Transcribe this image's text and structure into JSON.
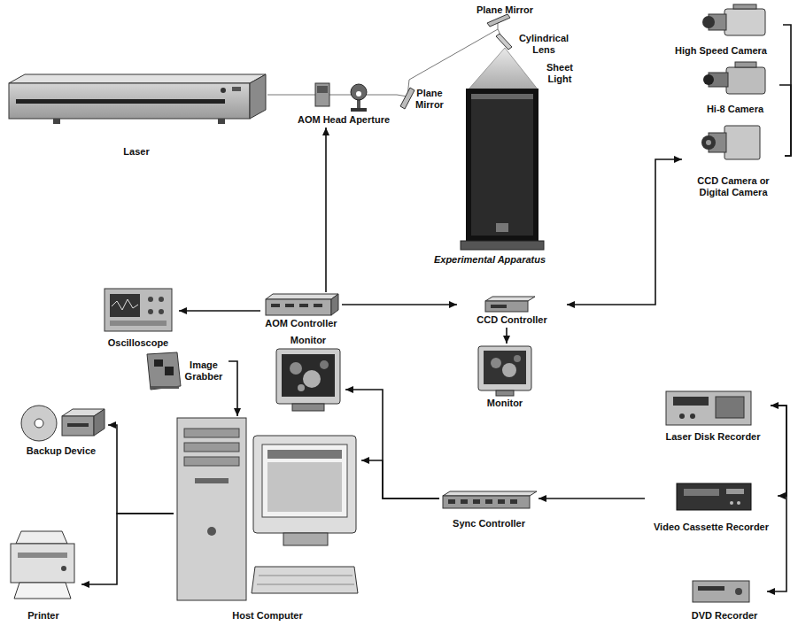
{
  "diagram": {
    "nodes": [
      {
        "text": [
          "Plane Mirror"
        ]
      },
      {
        "text": [
          "Cylindrical Lens"
        ]
      },
      {
        "text": [
          "Laser"
        ]
      },
      {
        "text": [
          "AOM Head Aperture"
        ]
      },
      {
        "text": [
          "Plane Mirror"
        ]
      },
      {
        "text": [
          "Experimental Apparatus"
        ]
      },
      {
        "text": [
          "High Speed Camera"
        ]
      },
      {
        "text": [
          "Hi-8 Camera"
        ]
      },
      {
        "text": [
          "CCD Camera or Digital Camera"
        ]
      },
      {
        "text": [
          "Oscilloscope"
        ]
      },
      {
        "text": [
          "AOM Controller"
        ]
      },
      {
        "text": [
          "CCD Controller"
        ]
      },
      {
        "text": [
          "Monitor"
        ]
      },
      {
        "text": [
          "Image Grabber"
        ]
      },
      {
        "text": [
          "Monitor"
        ]
      },
      {
        "text": [
          "Laser Disk Recorder"
        ]
      },
      {
        "text": [
          "Backup Device"
        ]
      },
      {
        "text": [
          "Video Cassette Recorder"
        ]
      },
      {
        "text": [
          "Sync Controller"
        ]
      },
      {
        "text": [
          "Host Computer"
        ]
      },
      {
        "text": [
          "Printer"
        ]
      },
      {
        "text": [
          "DVD Recorder"
        ]
      }
    ],
    "edges": [
      {
        "from": 2,
        "to": 3,
        "arrow": "none"
      },
      {
        "from": 3,
        "to": 4,
        "arrow": "none"
      },
      {
        "from": 4,
        "to": 0,
        "arrow": "none"
      },
      {
        "from": 0,
        "to": 1,
        "arrow": "none"
      },
      {
        "from": 10,
        "to": 3,
        "arrow": "to"
      },
      {
        "from": 10,
        "to": 9,
        "arrow": "to"
      },
      {
        "from": 10,
        "to": 11,
        "arrow": "to"
      },
      {
        "from": 8,
        "to": 11,
        "arrow": "both"
      },
      {
        "from": 6,
        "to": 8,
        "arrow": "none"
      },
      {
        "from": 7,
        "to": 8,
        "arrow": "none"
      },
      {
        "from": 11,
        "to": 12,
        "arrow": "to"
      },
      {
        "from": 13,
        "to": 19,
        "arrow": "to"
      },
      {
        "from": 18,
        "to": 14,
        "arrow": "to"
      },
      {
        "from": 18,
        "to": 19,
        "arrow": "to"
      },
      {
        "from": 17,
        "to": 18,
        "arrow": "to"
      },
      {
        "from": 15,
        "to": 21,
        "arrow": "both"
      },
      {
        "from": 15,
        "to": 17,
        "arrow": "to"
      },
      {
        "from": 19,
        "to": 16,
        "arrow": "to"
      },
      {
        "from": 19,
        "to": 20,
        "arrow": "to"
      }
    ],
    "labels": [
      "Sheet Light"
    ]
  }
}
